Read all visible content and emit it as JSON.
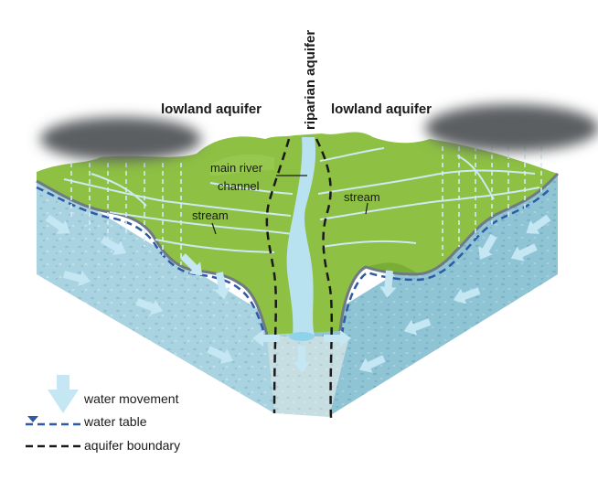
{
  "labels": {
    "riparian_aquifer": "riparian aquifer",
    "lowland_aquifer_left": "lowland aquifer",
    "lowland_aquifer_right": "lowland aquifer",
    "main_river_line1": "main river",
    "main_river_line2": "channel",
    "stream_left": "stream",
    "stream_right": "stream"
  },
  "legend": {
    "water_movement": "water movement",
    "water_table": "water table",
    "aquifer_boundary": "aquifer boundary"
  },
  "colors": {
    "surface_green": "#8dc043",
    "surface_green_dark": "#79ad36",
    "ground_left": "#a9d3e0",
    "ground_right": "#8fc4d4",
    "front_face": "#c6dde2",
    "river": "#b8e2ef",
    "arrow": "#c4e7f3",
    "water_table": "#2f5aa6",
    "boundary": "#1a1a1a",
    "cloud": "#5b5e62"
  }
}
